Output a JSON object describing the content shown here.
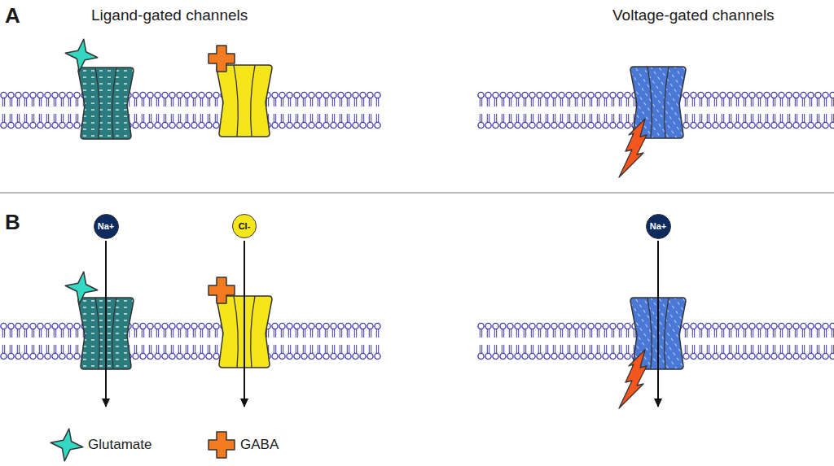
{
  "diagram": {
    "nodes": [
      {
        "text": [
          "Na+"
        ]
      },
      {
        "text": [
          "Cl-"
        ]
      },
      {
        "text": [
          "Na+"
        ]
      }
    ],
    "labels": [
      "A",
      "Ligand-gated channels",
      "Voltage-gated channels",
      "B"
    ],
    "legend": [
      {
        "text": "Glutamate"
      },
      {
        "text": "GABA"
      }
    ]
  }
}
